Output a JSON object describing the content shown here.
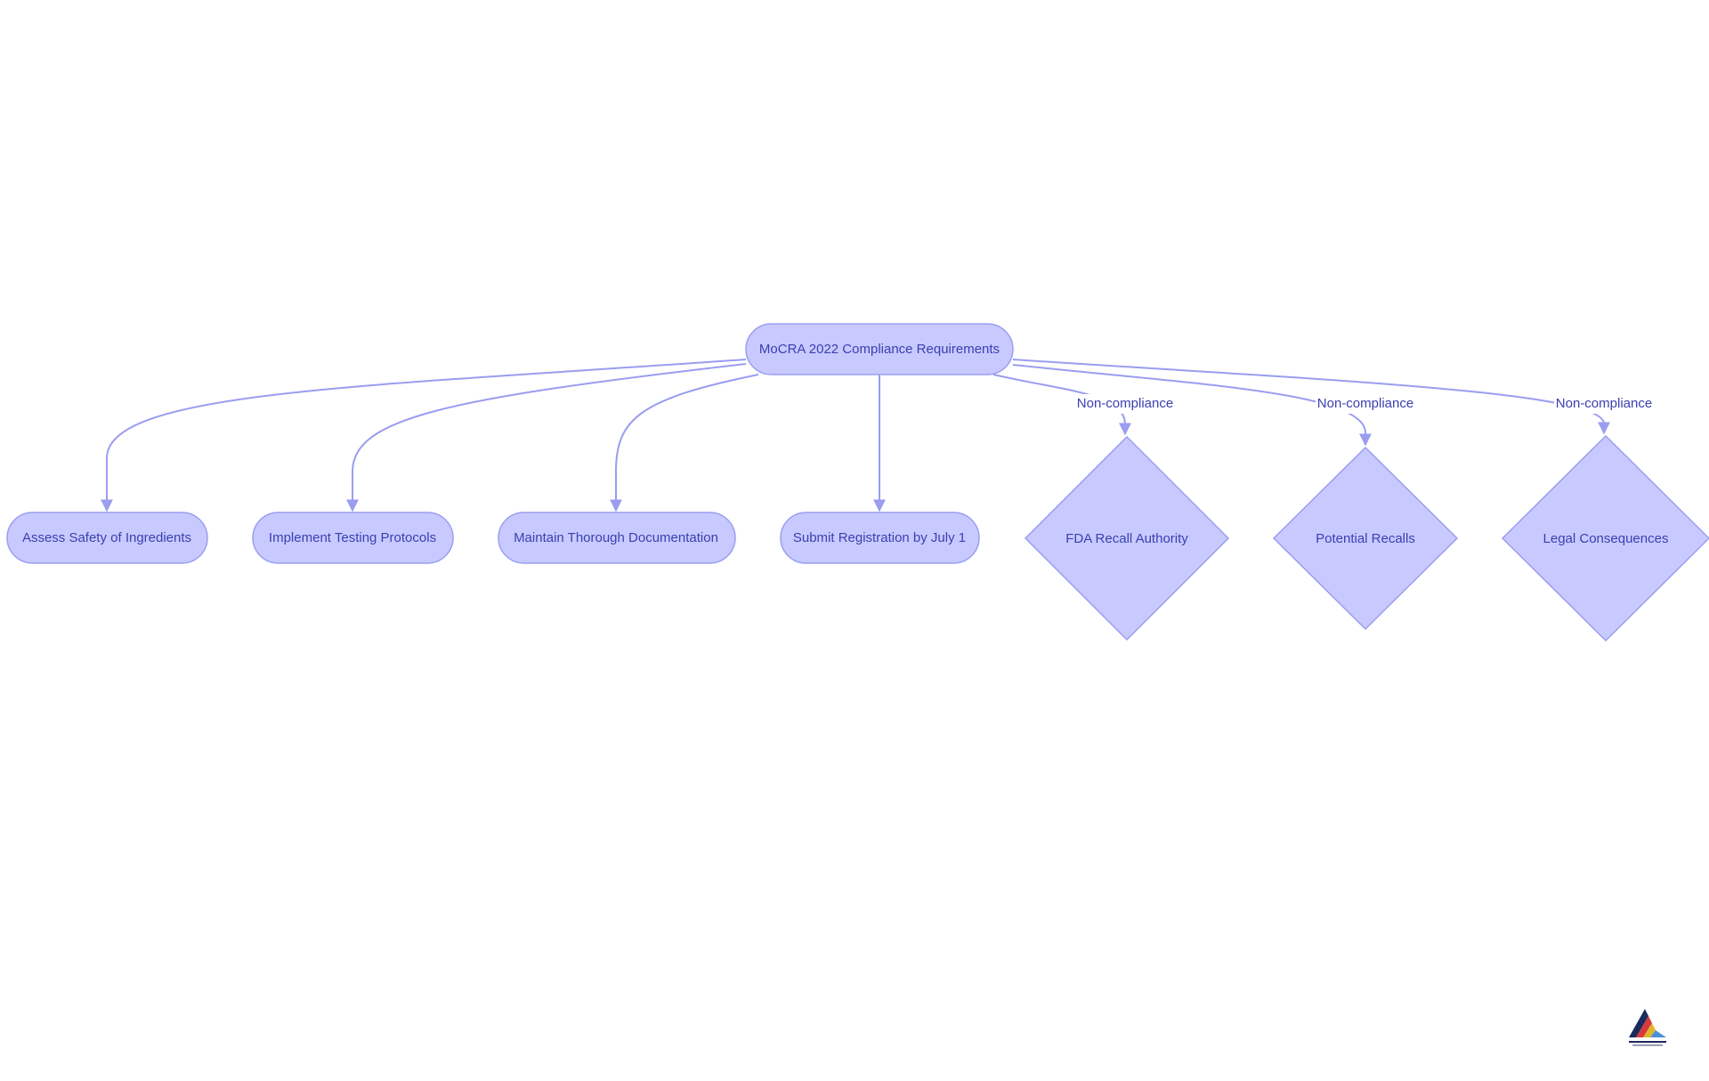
{
  "colors": {
    "node_fill": "#c8caff",
    "node_stroke": "#9a9df0",
    "edge": "#9a9df0",
    "text": "#3a3fb0"
  },
  "diagram": {
    "root": {
      "label": "MoCRA 2022 Compliance Requirements"
    },
    "requirements": [
      {
        "label": "Assess Safety of Ingredients"
      },
      {
        "label": "Implement Testing Protocols"
      },
      {
        "label": "Maintain Thorough Documentation"
      },
      {
        "label": "Submit Registration by July 1"
      }
    ],
    "consequences": [
      {
        "label": "FDA Recall Authority",
        "edge_label": "Non-compliance"
      },
      {
        "label": "Potential Recalls",
        "edge_label": "Non-compliance"
      },
      {
        "label": "Legal Consequences",
        "edge_label": "Non-compliance"
      }
    ]
  },
  "logo": {
    "icon": "company-logo-icon"
  }
}
